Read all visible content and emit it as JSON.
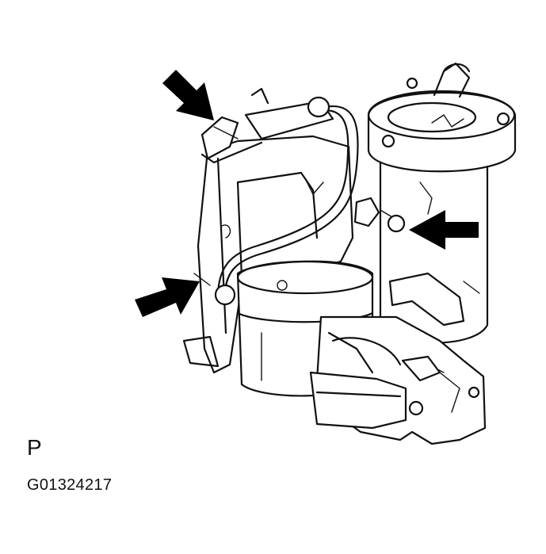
{
  "figure": {
    "view_letter": "P",
    "figure_code": "G01324217"
  },
  "colors": {
    "line": "#111111",
    "arrow": "#000000",
    "background": "#ffffff"
  },
  "arrows": [
    {
      "name": "arrow-top-left",
      "direction": "down-right"
    },
    {
      "name": "arrow-right",
      "direction": "left"
    },
    {
      "name": "arrow-lower-left",
      "direction": "up-right"
    }
  ]
}
